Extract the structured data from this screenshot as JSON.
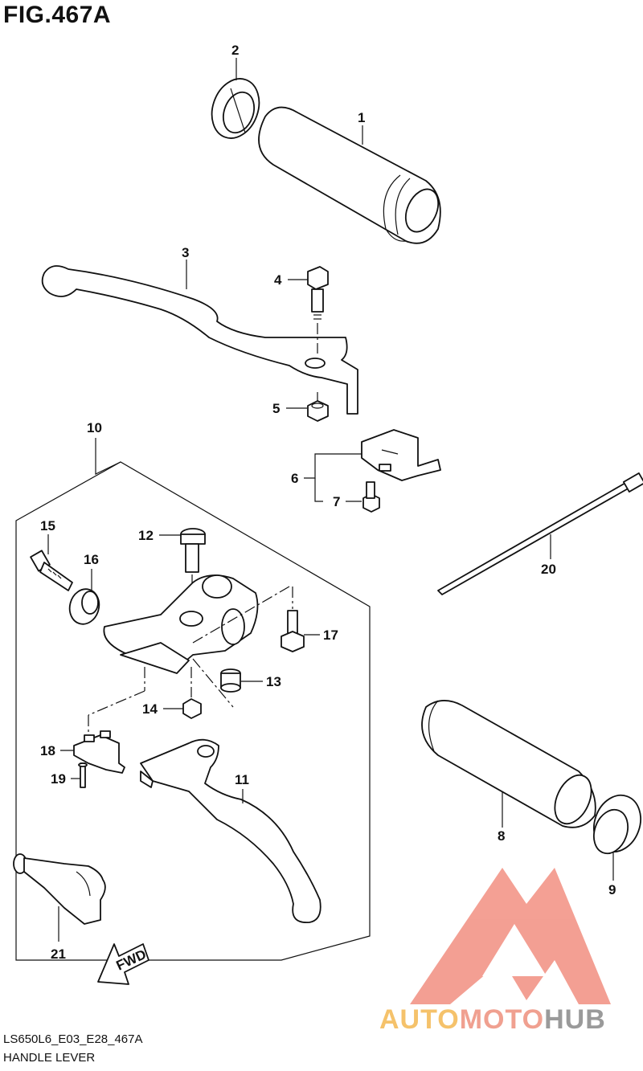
{
  "figure": {
    "title": "FIG.467A",
    "code": "LS650L6_E03_E28_467A",
    "subtitle": "HANDLE LEVER"
  },
  "callouts": [
    "1",
    "2",
    "3",
    "4",
    "5",
    "6",
    "7",
    "8",
    "9",
    "10",
    "11",
    "12",
    "13",
    "14",
    "15",
    "16",
    "17",
    "18",
    "19",
    "20",
    "21"
  ],
  "direction_label": "FWD",
  "watermark": {
    "part1": "AUTO",
    "part2": "MOTO",
    "part3": "HUB"
  },
  "colors": {
    "watermark_red": "#f08070",
    "watermark_yellow": "#f5c26b",
    "watermark_gray": "#9a9a9a"
  }
}
